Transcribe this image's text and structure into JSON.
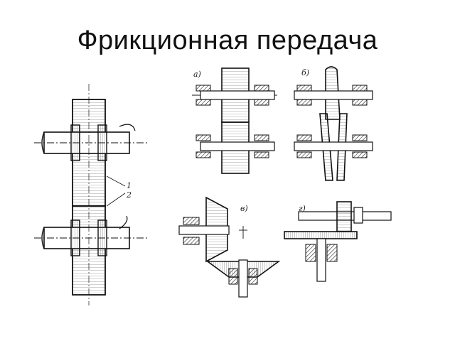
{
  "slide": {
    "title": "Фрикционная передача"
  },
  "labels": {
    "part_1": "1",
    "part_2": "2",
    "variant_a": "а)",
    "variant_b": "б)",
    "variant_v": "в)",
    "variant_g": "г)"
  }
}
